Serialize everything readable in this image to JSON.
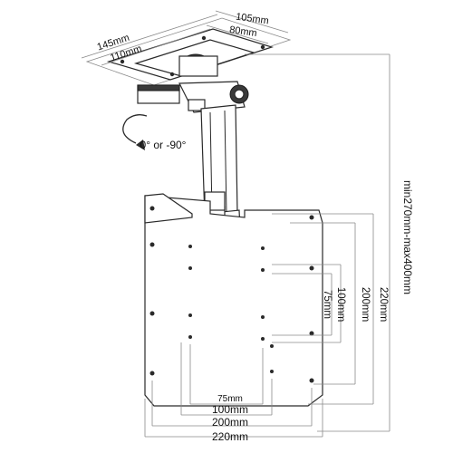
{
  "diagram": {
    "ceiling_plate": {
      "width_label": "105mm",
      "inner_width_label": "80mm",
      "depth_label": "145mm",
      "inner_depth_label": "110mm"
    },
    "tilt_label": "0° or -90°",
    "height_label": "min270mm-max400mm",
    "vesa_vertical": {
      "v1": "75mm",
      "v2": "100mm",
      "v3": "200mm",
      "v4": "220mm"
    },
    "vesa_horizontal": {
      "h1": "75mm",
      "h2": "100mm",
      "h3": "200mm",
      "h4": "220mm"
    },
    "colors": {
      "line": "#2a2a2a",
      "dimension": "#8a8a8a",
      "text": "#111111"
    }
  }
}
